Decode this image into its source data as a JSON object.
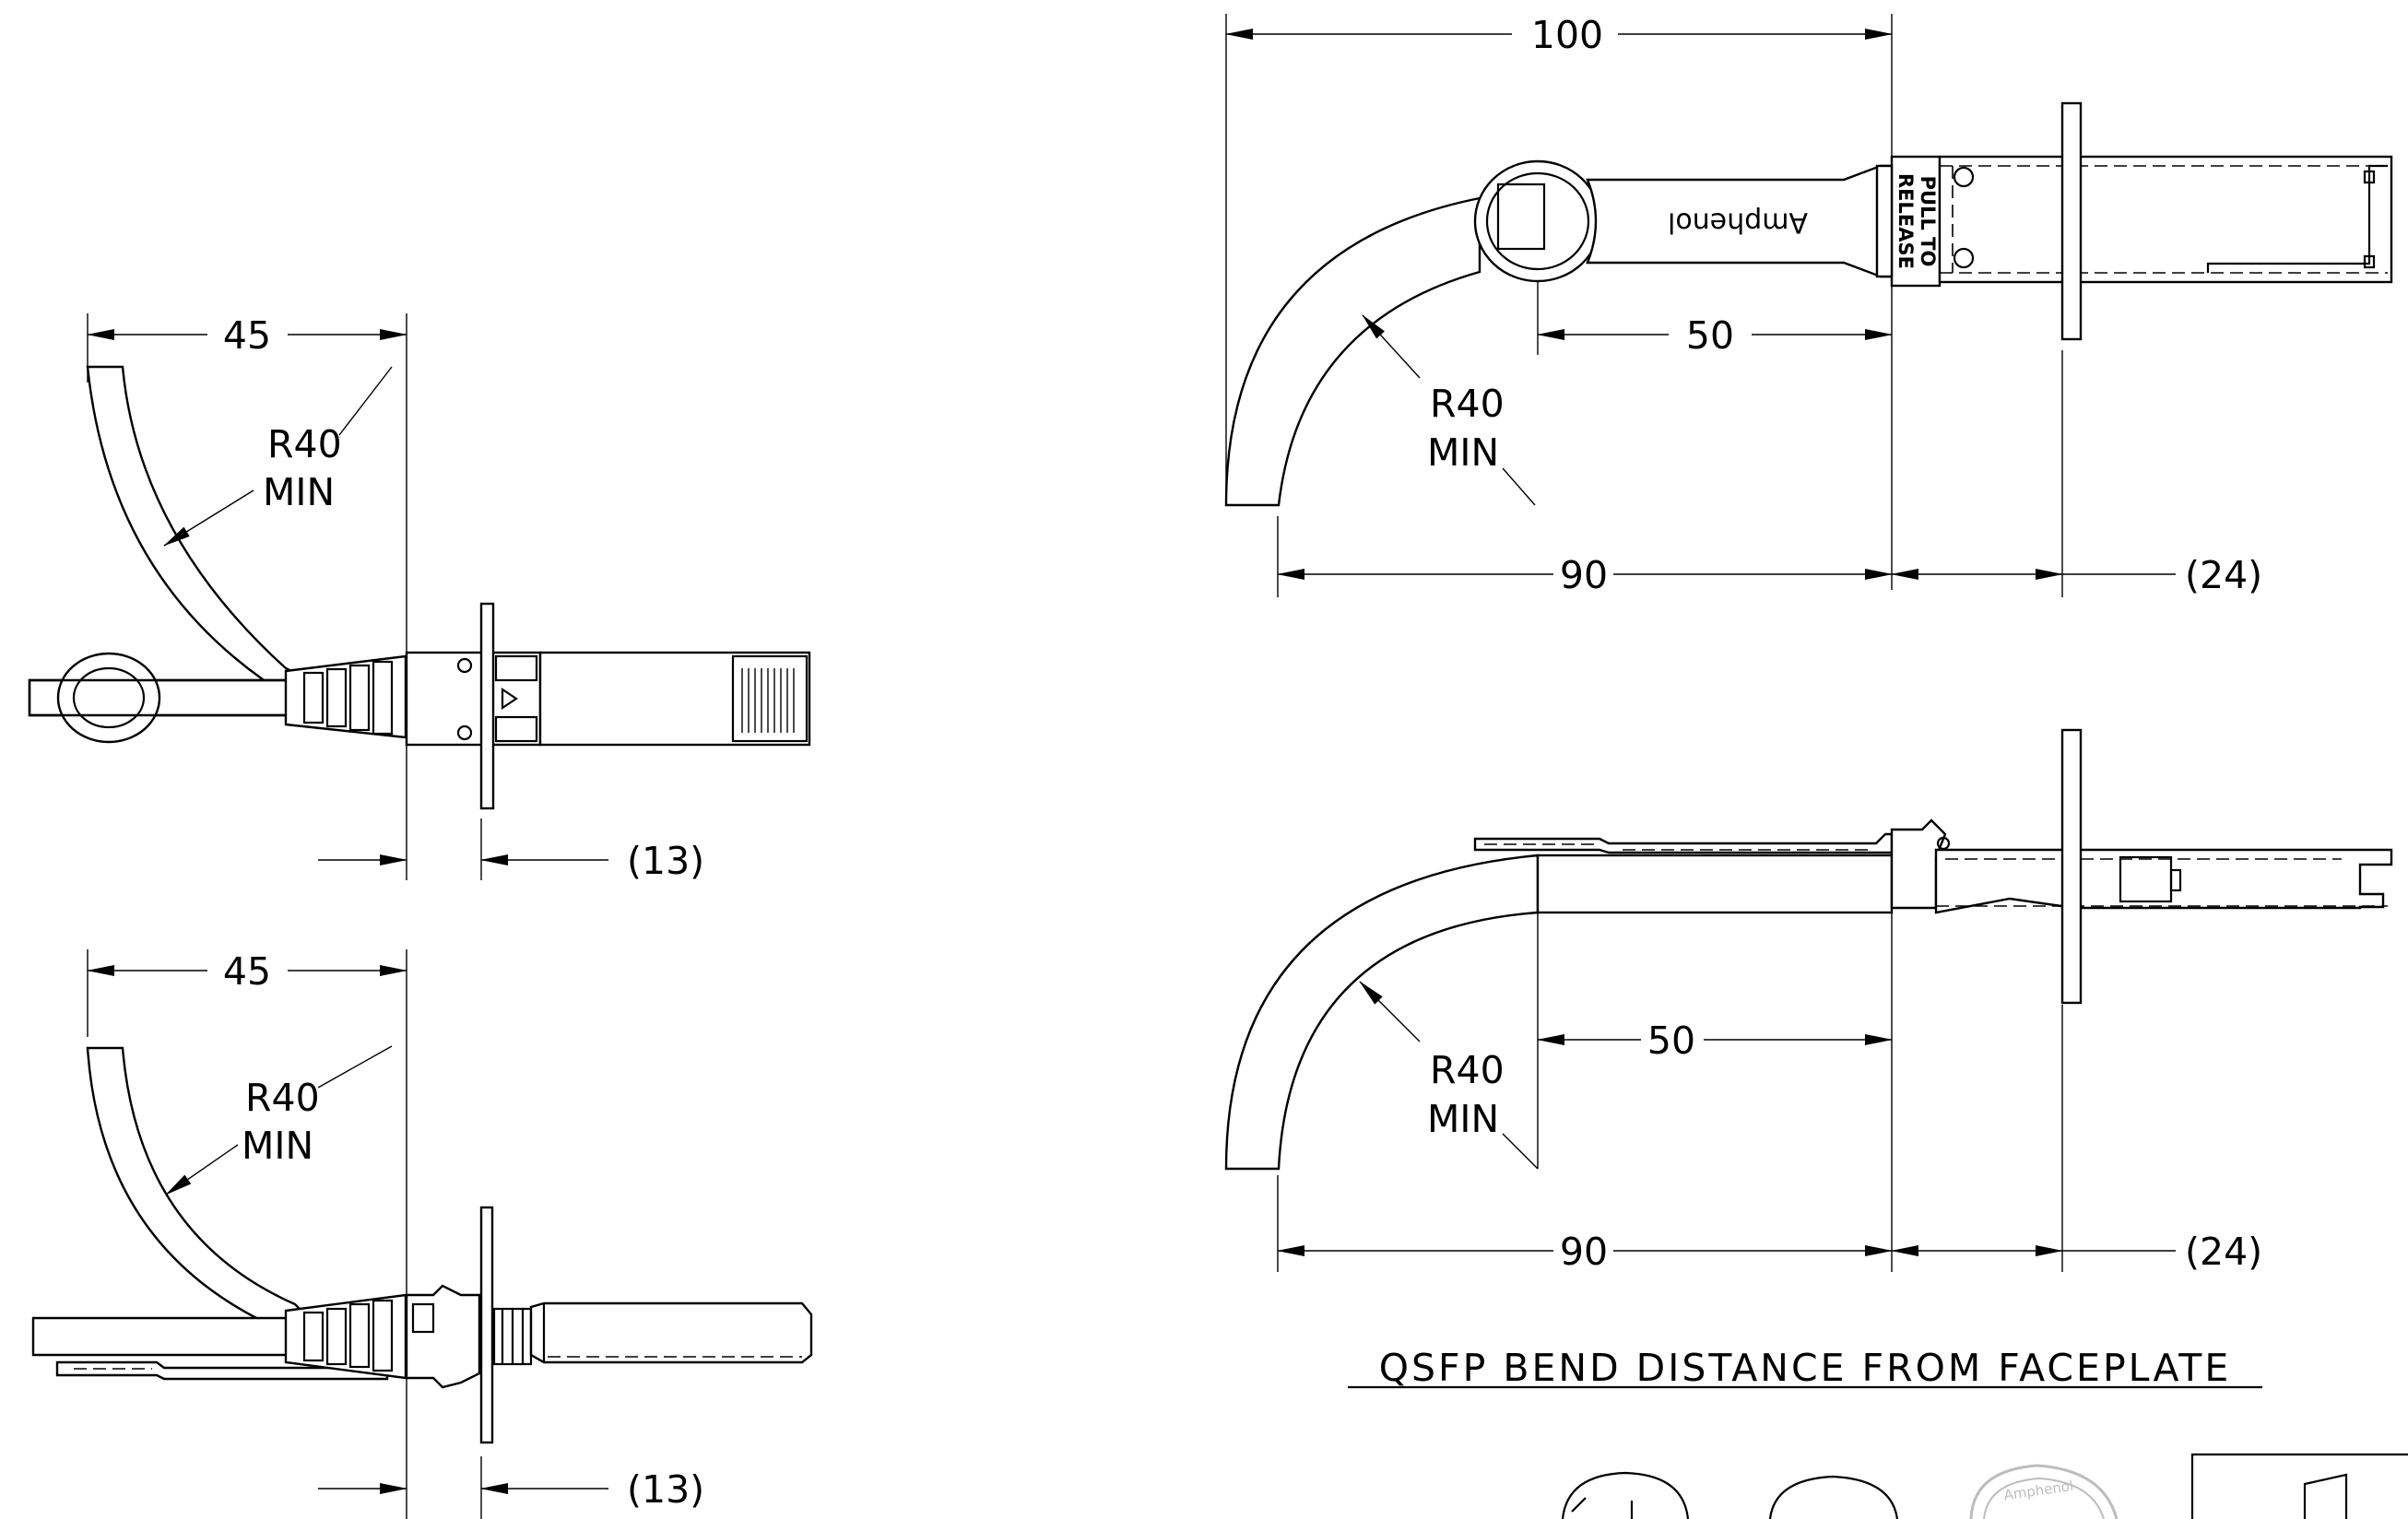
{
  "left_top_view": {
    "width_dim": "45",
    "radius_label": "R40",
    "radius_min": "MIN",
    "faceplate_offset": "(13)"
  },
  "left_side_view": {
    "width_dim": "45",
    "radius_label": "R40",
    "radius_min": "MIN",
    "faceplate_offset": "(13)"
  },
  "right_top_view": {
    "overall_dim": "100",
    "ring_to_plug_dim": "50",
    "bend_extent_dim": "90",
    "faceplate_dim": "(24)",
    "radius_label": "R40",
    "radius_min": "MIN",
    "pull_tab_line1": "PULL TO",
    "pull_tab_line2": "RELEASE",
    "brand_text": "Amphenol"
  },
  "right_side_view": {
    "boot_dim": "50",
    "bend_extent_dim": "90",
    "faceplate_dim": "(24)",
    "radius_label": "R40",
    "radius_min": "MIN"
  },
  "caption": "QSFP BEND DISTANCE FROM FACEPLATE",
  "logo_text": "Amphenol",
  "colors": {
    "line": "#000000",
    "logo": "#bdbdbd",
    "background": "#ffffff"
  }
}
